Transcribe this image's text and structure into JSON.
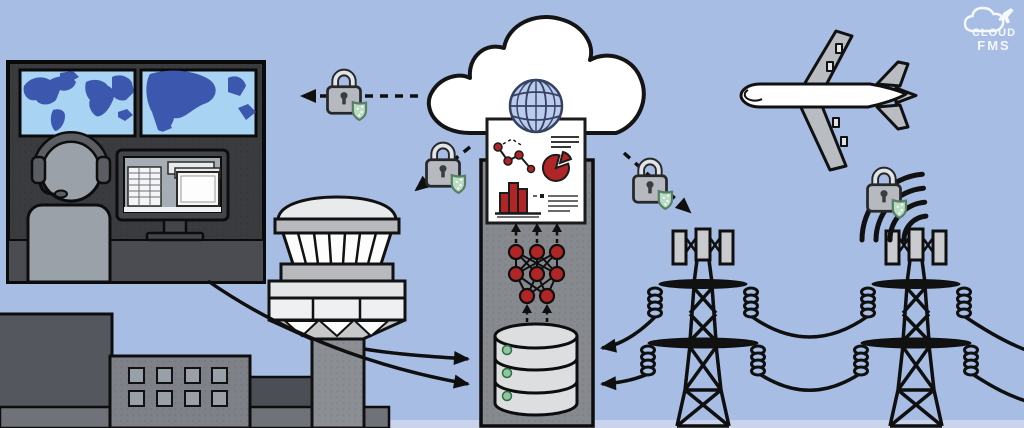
{
  "logo": {
    "icon": "cloud-plane-logo-icon",
    "line1": "CLOUD",
    "line2": "FMS"
  },
  "palette": {
    "background": "#a7bde4",
    "floor_strip": "#c9d4ec",
    "outline": "#111111",
    "accent_red": "#b02525",
    "column_gray": "#86898e",
    "cylinder_gray": "#dcdee0",
    "building_gray": "#7e8288",
    "dark_block_gray": "#54575d",
    "map_ocean": "#a9d3f2",
    "map_land": "#3b57ae",
    "shield_green": "#badcc5",
    "status_dot_green": "#90c59e",
    "cloud_white": "#ffffff"
  },
  "components": {
    "cloud_platform": "cloud with wireframe globe",
    "dashboard": "analytics dashboard card with scatter-line chart, pie chart, bar chart and text lines",
    "neural_network": "neural network with 2-3-3 red nodes and dashed up arrows",
    "database": "three-tier database cylinder with green status dots",
    "control_room": "operations control room with two world-map wall screens, operator with headset, workstation monitor showing spreadsheet and windows",
    "atc_tower": "air traffic control tower",
    "office_building": "office building with eight windows on dark block and base",
    "airplane": "airplane seen from above",
    "radio_tower_1": "lattice transmission tower with three antenna panels and insulator coils",
    "radio_tower_2": "lattice transmission tower with three antenna panels and insulator coils",
    "security": "padlock-with-green-shield icons on each link; rightmost lock overlaid on wireless signal arcs"
  },
  "diagram": {
    "secure_links": [
      {
        "from": "cloud-platform",
        "to": "control-room",
        "icon": "padlock-shield-icon",
        "style": "dashed-arrow-left"
      },
      {
        "from": "cloud-platform",
        "to": "atc-tower",
        "icon": "padlock-shield-icon",
        "style": "dashed-arrow-down-left"
      },
      {
        "from": "cloud-platform",
        "to": "radio-tower-1",
        "icon": "padlock-shield-icon",
        "style": "dashed-arrow-down-right"
      },
      {
        "from": "radio-tower-2",
        "to": "airplane",
        "icon": "padlock-shield-wireless-icon",
        "style": "signal-arcs"
      }
    ],
    "data_flows": [
      {
        "from": "atc-tower",
        "to": "database"
      },
      {
        "from": "control-room",
        "to": "database"
      },
      {
        "from": "radio-tower-1-upper-wire",
        "to": "database"
      },
      {
        "from": "radio-tower-1-lower-wire",
        "to": "database"
      },
      {
        "from": "database",
        "to": "neural-network",
        "style": "dashed-up"
      },
      {
        "from": "neural-network",
        "to": "dashboard",
        "style": "dashed-up"
      },
      {
        "from": "radio-tower-1",
        "to": "radio-tower-2",
        "type": "power-wires"
      },
      {
        "from": "radio-tower-2",
        "to": "off-canvas-right",
        "type": "power-wires"
      }
    ]
  }
}
